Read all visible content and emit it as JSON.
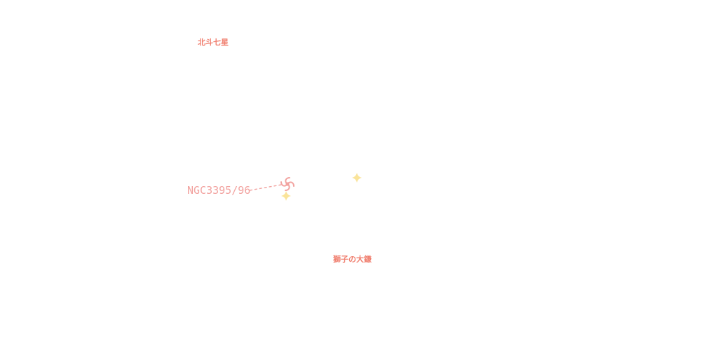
{
  "map": {
    "asterisms": [
      {
        "name": "北斗七星"
      },
      {
        "name": "獅子の大鎌"
      }
    ],
    "deep_sky_object": {
      "label": "NGC3395/96",
      "icon": "galaxy-icon"
    },
    "stars": [
      {
        "icon": "star-icon"
      },
      {
        "icon": "star-icon"
      }
    ],
    "colors": {
      "asterism_label": "#f07f6f",
      "object_label": "#f2a3a0",
      "galaxy": "#f2a3a0",
      "leader_line": "#f2a3a0",
      "star": "#fae49a",
      "background": "#ffffff"
    }
  }
}
